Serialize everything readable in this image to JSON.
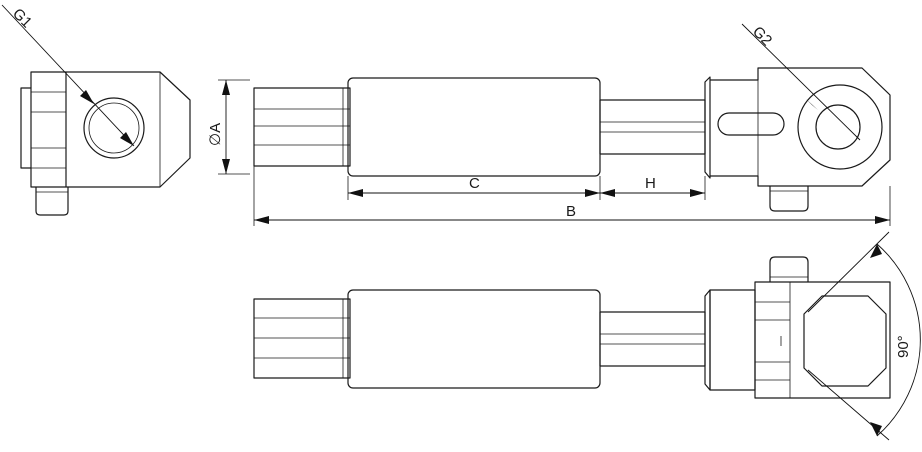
{
  "drawing": {
    "labels": {
      "g1": "G1",
      "g2": "G2",
      "diameter_a": "∅A",
      "c": "C",
      "h": "H",
      "b": "B",
      "angle": "90°"
    }
  }
}
